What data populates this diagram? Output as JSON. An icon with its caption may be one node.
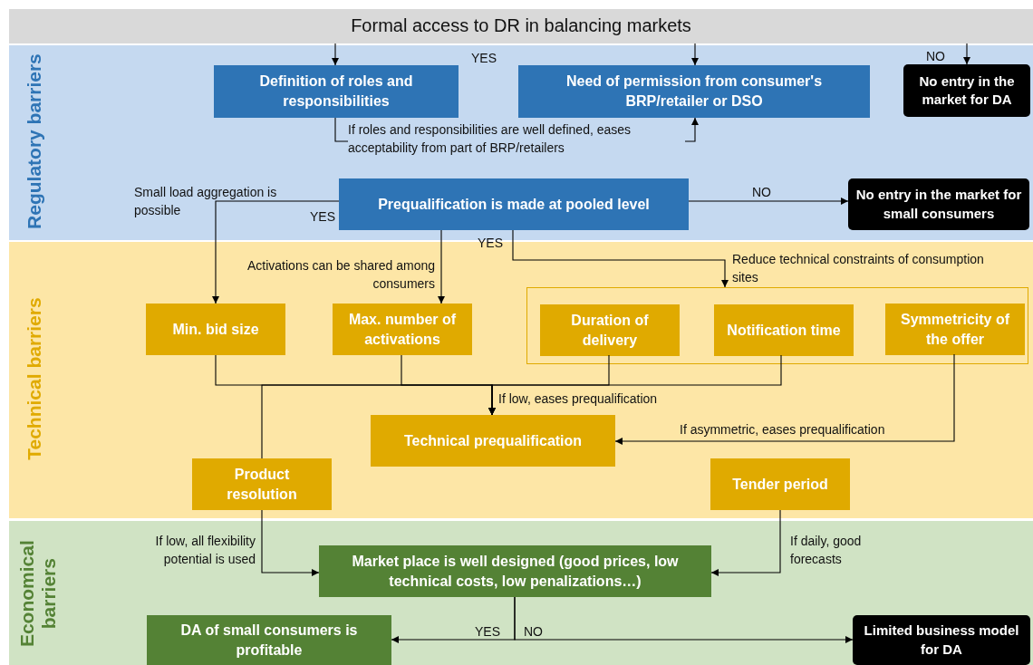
{
  "diagram": {
    "nodes": [
      {
        "text": [
          "Formal access to DR in balancing markets"
        ]
      },
      {
        "text": [
          "Regulatory barriers"
        ]
      },
      {
        "text": [
          "Definition of roles and responsibilities"
        ],
        "in": 1
      },
      {
        "text": [
          "Need of permission from consumer's BRP/retailer or DSO"
        ],
        "in": 1
      },
      {
        "text": [
          "No entry in the market for DA"
        ],
        "in": 1
      },
      {
        "text": [
          "Prequalification is made at pooled level"
        ],
        "in": 1
      },
      {
        "text": [
          "No entry in the market for small consumers"
        ],
        "in": 1
      },
      {
        "text": [
          "Technical barriers"
        ]
      },
      {
        "text": [
          "Min. bid size"
        ],
        "in": 7
      },
      {
        "text": [
          "Max. number of activations"
        ],
        "in": 7
      },
      {
        "text": [],
        "shape": "box",
        "in": 7
      },
      {
        "text": [
          "Duration of delivery"
        ],
        "in": 10
      },
      {
        "text": [
          "Notification time"
        ],
        "in": 10
      },
      {
        "text": [
          "Symmetricity of the offer"
        ],
        "in": 10
      },
      {
        "text": [
          "Technical prequalification"
        ],
        "in": 7
      },
      {
        "text": [
          "Product resolution"
        ],
        "in": 7
      },
      {
        "text": [
          "Tender period"
        ],
        "in": 7
      },
      {
        "text": [
          "Economical barriers"
        ]
      },
      {
        "text": [
          "Market place is well designed (good prices, low technical costs, low penalizations…)"
        ],
        "in": 17
      },
      {
        "text": [
          "DA of small consumers is profitable"
        ],
        "in": 17
      },
      {
        "text": [
          "Limited business model for DA"
        ],
        "in": 17
      }
    ],
    "edges": [
      {
        "from": 0,
        "to": 2,
        "arrow": "to"
      },
      {
        "from": 0,
        "to": 3,
        "arrow": "to"
      },
      {
        "from": 0,
        "to": 4,
        "arrow": "to",
        "label": "NO"
      },
      {
        "from": 2,
        "to": 3,
        "arrow": "to",
        "label": "If roles and responsibilities are well defined, eases acceptability from part of BRP/retailers"
      },
      {
        "from": 5,
        "to": 8,
        "arrow": "to",
        "label": "Small load aggregation is possible"
      },
      {
        "from": 5,
        "to": 9,
        "arrow": "to",
        "label": "Activations can be shared among consumers"
      },
      {
        "from": 5,
        "to": 10,
        "arrow": "to",
        "label": "Reduce technical constraints of consumption sites"
      },
      {
        "from": 5,
        "to": 6,
        "arrow": "to",
        "label": "NO"
      },
      {
        "from": 8,
        "to": 14,
        "arrow": "to",
        "label": "If low, eases prequalification"
      },
      {
        "from": 9,
        "to": 14,
        "arrow": "to"
      },
      {
        "from": 11,
        "to": 14,
        "arrow": "to"
      },
      {
        "from": 12,
        "to": 14,
        "arrow": "to"
      },
      {
        "from": 15,
        "to": 14,
        "arrow": "to"
      },
      {
        "from": 13,
        "to": 14,
        "arrow": "to",
        "label": "If asymmetric, eases prequalification"
      },
      {
        "from": 15,
        "to": 18,
        "arrow": "to",
        "label": "If low, all flexibility potential is used"
      },
      {
        "from": 16,
        "to": 18,
        "arrow": "to",
        "label": "If daily, good forecasts"
      },
      {
        "from": 18,
        "to": 19,
        "arrow": "to",
        "label": "YES"
      },
      {
        "from": 18,
        "to": 20,
        "arrow": "to",
        "label": "NO"
      }
    ],
    "labels": [
      "YES",
      "YES",
      "YES"
    ]
  }
}
